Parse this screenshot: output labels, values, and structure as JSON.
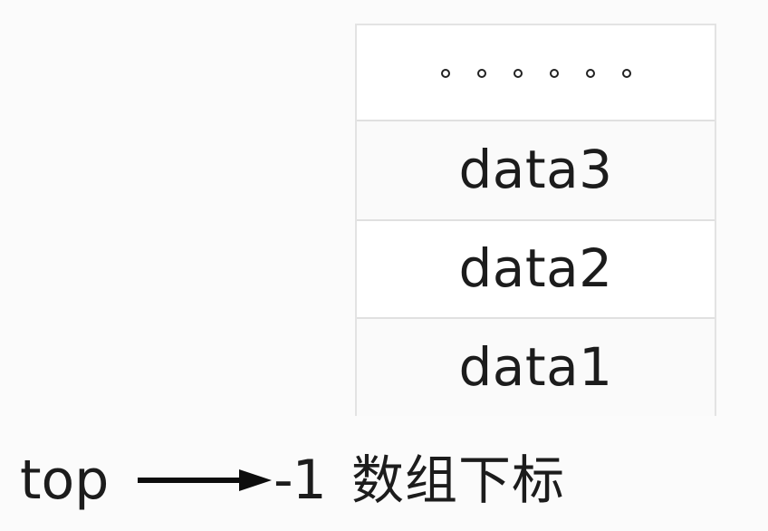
{
  "background_color": "#fbfbfb",
  "text_color": "#1c1c1c",
  "border_color": "#e0e0e0",
  "stack": {
    "name": "stack-array-diagram",
    "rows": [
      {
        "id": "ellipsis",
        "type": "ellipsis",
        "label": "",
        "dot_count": 6,
        "shade": "shade-a"
      },
      {
        "id": "data3",
        "type": "value",
        "label": "data3",
        "shade": "shade-b"
      },
      {
        "id": "data2",
        "type": "value",
        "label": "data2",
        "shade": "shade-a"
      },
      {
        "id": "data1",
        "type": "value",
        "label": "data1",
        "shade": "shade-b"
      }
    ]
  },
  "pointer": {
    "label": "top",
    "arrow_icon": "right-arrow-icon",
    "value": "-1",
    "caption": "数组下标"
  }
}
